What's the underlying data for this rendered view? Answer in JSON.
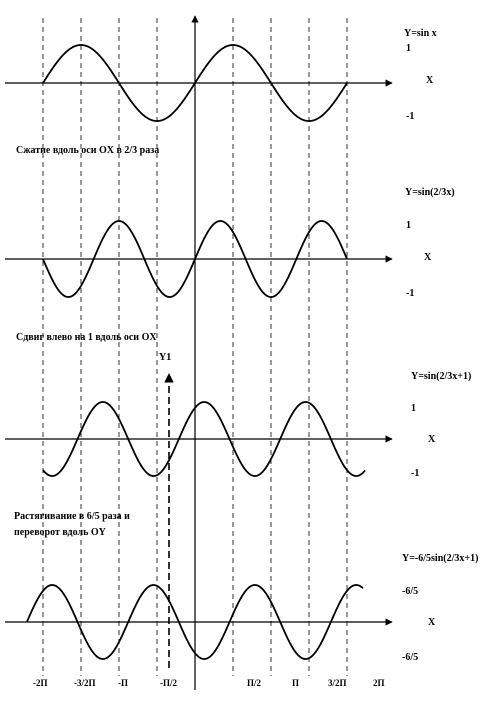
{
  "colors": {
    "ink": "#000000",
    "background": "#ffffff"
  },
  "captions": {
    "step1": "Сжатие вдоль оси OX в 2/3 раза",
    "step2": "Сдвиг влево на 1 вдоль оси OX",
    "step3_line1": "Растягивание в 6/5 раза и",
    "step3_line2": "переворот вдоль OY"
  },
  "axis_labels": {
    "x": "X",
    "y_shifted": "Y1"
  },
  "x_tick_labels": [
    "-2П",
    "-3/2П",
    "-П",
    "-П/2",
    "П/2",
    "П",
    "3/2П",
    "2П"
  ],
  "panels": [
    {
      "formula": "Y=sin x",
      "y_max": "1",
      "y_min": "-1",
      "x_label": "X"
    },
    {
      "formula": "Y=sin(2/3x)",
      "y_max": "1",
      "y_min": "-1",
      "x_label": "X"
    },
    {
      "formula": "Y=sin(2/3x+1)",
      "y_max": "1",
      "y_min": "-1",
      "x_label": "X"
    },
    {
      "formula": "Y=-6/5sin(2/3x+1)",
      "y_max": "-6/5",
      "y_min": "-6/5",
      "x_label": "X"
    }
  ]
}
